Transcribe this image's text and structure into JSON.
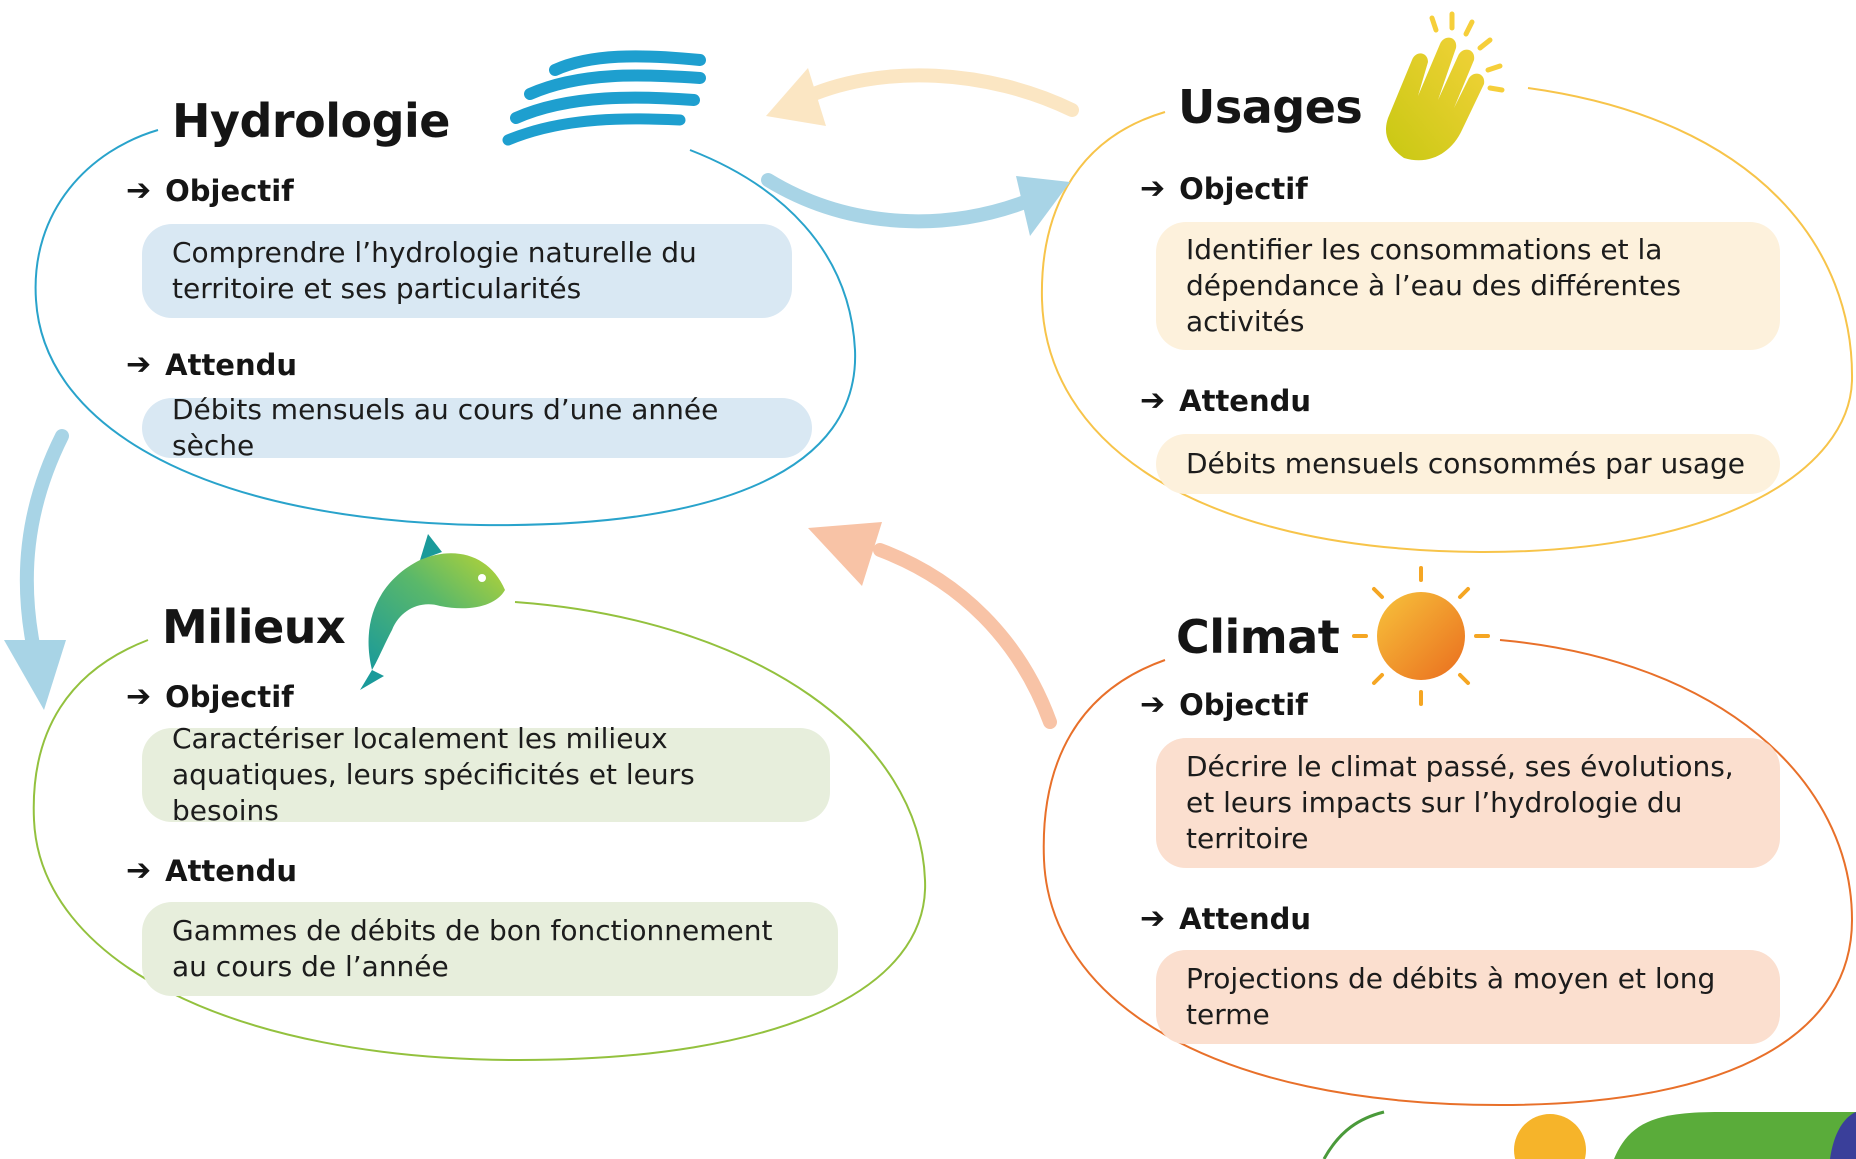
{
  "colors": {
    "hydrologie": "#29a3cb",
    "hydrologie_box": "#d9e8f3",
    "usages": "#f7c44a",
    "usages_box": "#fdf1dc",
    "climat": "#e8702a",
    "climat_box": "#fbdfcf",
    "milieux": "#93c13e",
    "milieux_box": "#e7eedc",
    "arrow_blue": "#a8d4e6",
    "arrow_orange": "#f8c3a6",
    "arrow_cream": "#fbe6c3"
  },
  "panels": {
    "hydrologie": {
      "title": "Hydrologie",
      "objectif_label": "Objectif",
      "objectif_text": "Comprendre l’hydrologie naturelle du territoire et ses particularités",
      "attendu_label": "Attendu",
      "attendu_text": "Débits mensuels au cours d’une année sèche",
      "icon": "water-waves-icon"
    },
    "usages": {
      "title": "Usages",
      "objectif_label": "Objectif",
      "objectif_text": "Identifier les consommations et la dépendance à l’eau des différentes activités",
      "attendu_label": "Attendu",
      "attendu_text": "Débits mensuels consommés par usage",
      "icon": "hand-icon"
    },
    "milieux": {
      "title": "Milieux",
      "objectif_label": "Objectif",
      "objectif_text": "Caractériser localement les milieux aquatiques, leurs spécificités et leurs besoins",
      "attendu_label": "Attendu",
      "attendu_text": "Gammes de débits de bon fonctionnement au cours de l’année",
      "icon": "fish-icon"
    },
    "climat": {
      "title": "Climat",
      "objectif_label": "Objectif",
      "objectif_text": "Décrire le climat passé, ses évolutions, et leurs impacts sur l’hydrologie du territoire",
      "attendu_label": "Attendu",
      "attendu_text": "Projections de débits à moyen et long terme",
      "icon": "sun-icon"
    }
  },
  "arrow_glyph": "➔"
}
